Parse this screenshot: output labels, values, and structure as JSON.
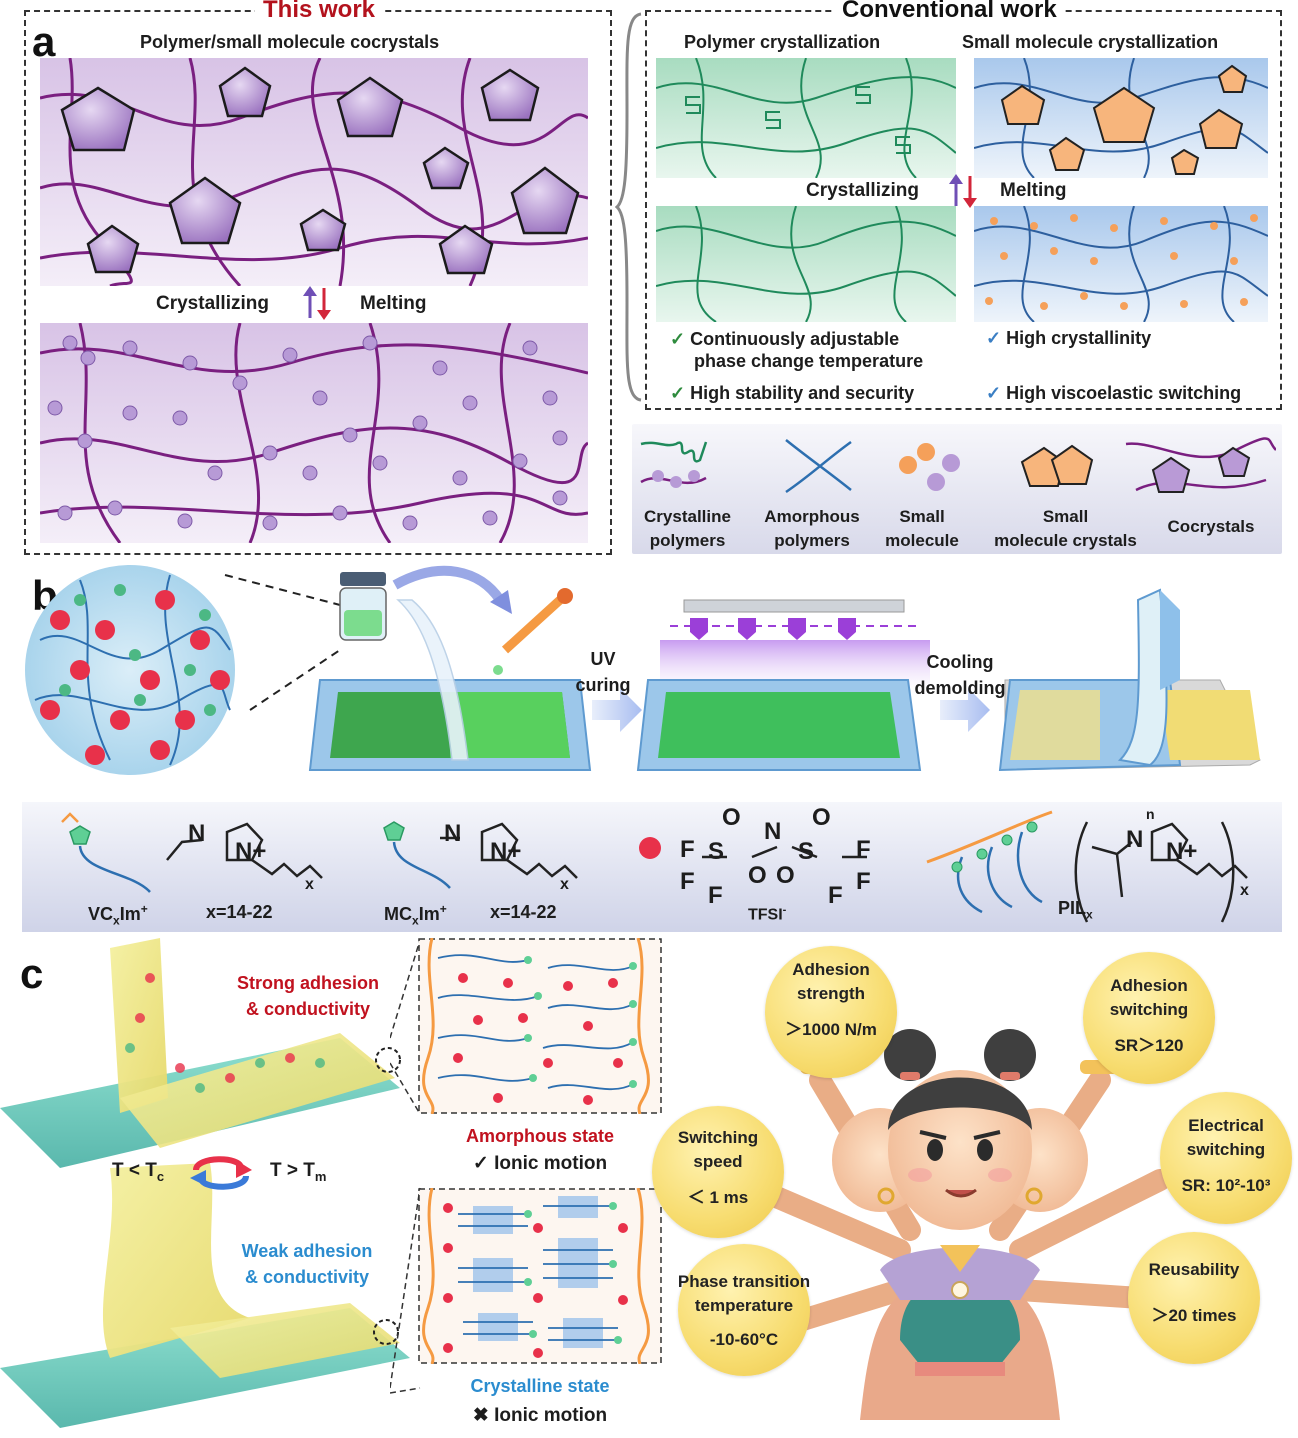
{
  "panel_a": {
    "letter": "a",
    "this_work": {
      "title": "This work",
      "subtitle": "Polymer/small molecule cocrystals",
      "crystallizing": "Crystallizing",
      "melting": "Melting"
    },
    "conventional": {
      "title": "Conventional work",
      "col1_title": "Polymer crystallization",
      "col2_title": "Small molecule crystallization",
      "crystallizing": "Crystallizing",
      "melting": "Melting",
      "checks_left": [
        "Continuously adjustable",
        "phase change temperature",
        "High stability and security"
      ],
      "checks_right": [
        "High crystallinity",
        "High viscoelastic switching"
      ],
      "check_mark": "✓"
    },
    "legend": [
      {
        "line1": "Crystalline",
        "line2": "polymers"
      },
      {
        "line1": "Amorphous",
        "line2": "polymers"
      },
      {
        "line1": "Small",
        "line2": "molecule"
      },
      {
        "line1": "Small",
        "line2": "molecule crystals"
      },
      {
        "line1": "Cocrystals",
        "line2": ""
      }
    ]
  },
  "panel_b": {
    "letter": "b",
    "arrow1_line1": "UV",
    "arrow1_line2": "curing",
    "arrow2_line1": "Cooling",
    "arrow2_line2": "demolding",
    "chem": {
      "vc_label": "VC",
      "vc_sub": "x",
      "vc_rest": "Im",
      "vc_sup": "+",
      "vc_range": "x=14-22",
      "mc_label": "MC",
      "mc_sub": "x",
      "mc_rest": "Im",
      "mc_sup": "+",
      "mc_range": "x=14-22",
      "tfsi_label": "TFSI",
      "tfsi_sup": "-",
      "pil_label": "PIL",
      "pil_sub": "x",
      "atom_n": "N",
      "atom_n_plus": "N+",
      "atom_s": "S",
      "atom_o": "O",
      "atom_f": "F",
      "sub_x": "x",
      "sub_n": "n"
    }
  },
  "panel_c": {
    "letter": "c",
    "strong_line1": "Strong adhesion",
    "strong_line2": "& conductivity",
    "weak_line1": "Weak adhesion",
    "weak_line2": "& conductivity",
    "amorphous_title": "Amorphous state",
    "amorphous_sub": "✓ Ionic motion",
    "crystalline_title": "Crystalline state",
    "crystalline_sub": "✖ Ionic motion",
    "t_low": "T < T",
    "t_low_sub": "c",
    "t_high": "T > T",
    "t_high_sub": "m",
    "circles": [
      {
        "l1": "Adhesion",
        "l2": "strength",
        "l3": "＞1000 N/m"
      },
      {
        "l1": "Adhesion",
        "l2": "switching",
        "l3": "SR＞120"
      },
      {
        "l1": "Switching",
        "l2": "speed",
        "l3": "＜ 1 ms"
      },
      {
        "l1": "Electrical",
        "l2": "switching",
        "l3": "SR: 10²-10³"
      },
      {
        "l1": "Phase transition",
        "l2": "temperature",
        "l3": "-10-60°C"
      },
      {
        "l1": "Reusability",
        "l2": "",
        "l3": "＞20 times"
      }
    ]
  },
  "colors": {
    "purple": "#7a2a82",
    "pentagon": "#b99ad6",
    "green": "#2aa06b",
    "blue_line": "#2f6fb0",
    "orange": "#f5a05a",
    "red": "#e0324a",
    "yellow": "#f7dc6f",
    "teal": "#7fd6c8"
  }
}
